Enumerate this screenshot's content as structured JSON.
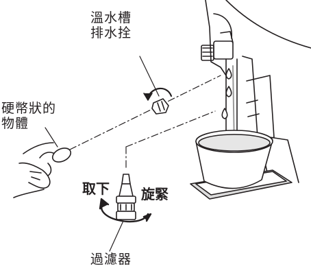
{
  "labels": {
    "drain_plug_line1": "溫水槽",
    "drain_plug_line2": "排水拴",
    "coin_line1": "硬幣狀的",
    "coin_line2": "物體",
    "remove": "取下",
    "tighten": "旋緊",
    "filter": "過濾器"
  },
  "colors": {
    "line": "#231f20",
    "water": "#9a9a9a",
    "bowl_fill": "#e6e6e6",
    "tray_fill": "#dcdcdc",
    "background": "#ffffff"
  },
  "icons": [
    "rotate-ccw-arrow-icon",
    "rotate-both-arrow-icon",
    "water-drop-icon"
  ]
}
